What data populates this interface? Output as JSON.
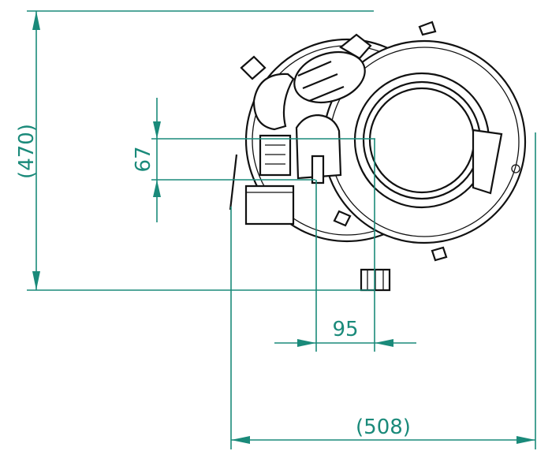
{
  "dimensions": {
    "height_total": "(470)",
    "width_total": "(508)",
    "offset_vertical": "67",
    "offset_horizontal": "95"
  },
  "colors": {
    "dimension": "#1a8a7a",
    "part_outline": "#111111",
    "background": "#ffffff"
  }
}
